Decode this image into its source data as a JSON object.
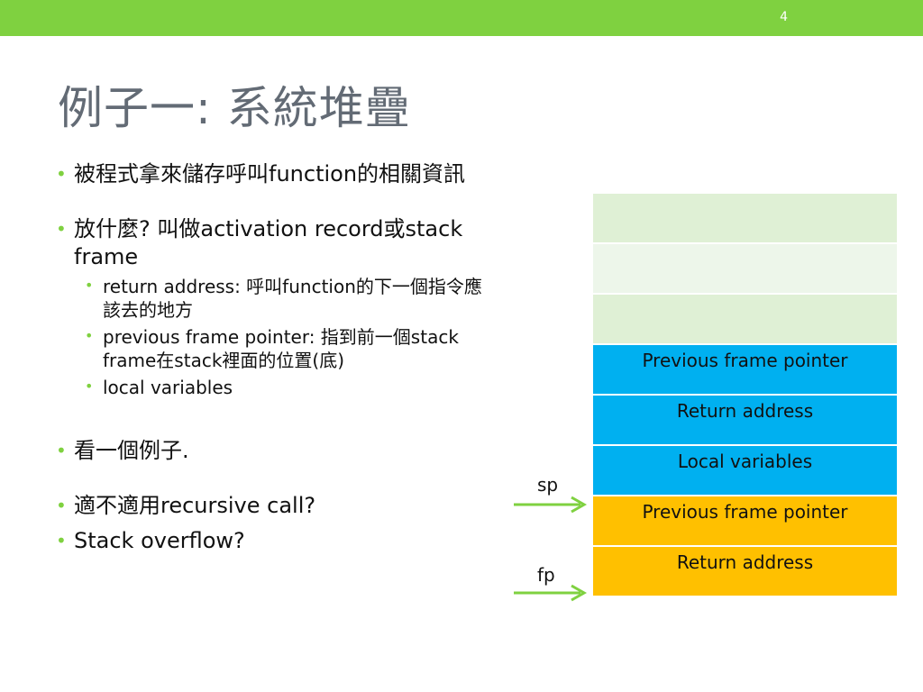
{
  "slide": {
    "page_number": "4",
    "title": "例子一: 系統堆疊",
    "accent_color": "#7fd140"
  },
  "bullets": {
    "b1": "被程式拿來儲存呼叫function的相關資訊",
    "b2": "放什麼? 叫做activation record或stack frame",
    "b2_sub1": "return address: 呼叫function的下一個指令應該去的地方",
    "b2_sub2": "previous frame pointer: 指到前一個stack frame在stack裡面的位置(底)",
    "b2_sub3": "local variables",
    "b3": "看一個例子.",
    "b4": "適不適用recursive call?",
    "b5": "Stack overflow?"
  },
  "stack": {
    "cells": [
      {
        "label": "",
        "color": "#dff0d5"
      },
      {
        "label": "",
        "color": "#edf6ea"
      },
      {
        "label": "",
        "color": "#dff0d5"
      },
      {
        "label": "Previous frame pointer",
        "color": "#00b0f0"
      },
      {
        "label": "Return address",
        "color": "#00b0f0"
      },
      {
        "label": "Local variables",
        "color": "#00b0f0"
      },
      {
        "label": "Previous frame pointer",
        "color": "#ffc000"
      },
      {
        "label": "Return address",
        "color": "#ffc000"
      }
    ],
    "sp_label": "sp",
    "fp_label": "fp"
  }
}
